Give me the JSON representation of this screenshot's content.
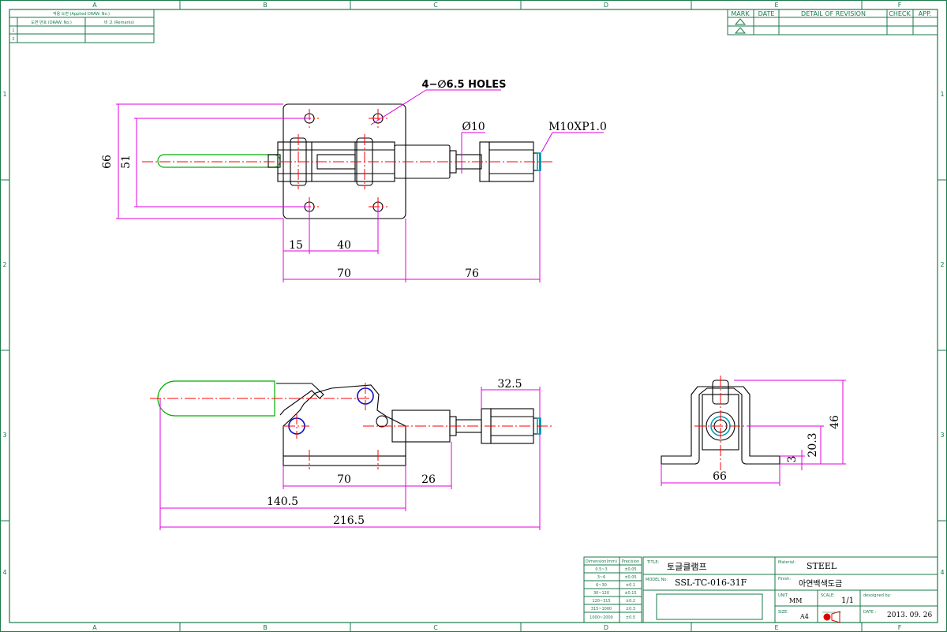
{
  "zones_top": [
    "A",
    "B",
    "C",
    "D",
    "E",
    "F"
  ],
  "zones_side": [
    "1",
    "2",
    "3",
    "4"
  ],
  "ref_table": {
    "title": "적용 도면 (Applied DRAW. No.)",
    "col1": "도면 번호 (DRAW. No.)",
    "col2": "비 고 (Remarks)",
    "rows": [
      "1",
      "2"
    ]
  },
  "revision_table": {
    "headers": [
      "MARK",
      "DATE",
      "DETAIL OF REVISION",
      "CHECK",
      "APP."
    ]
  },
  "top_view": {
    "holes_note": "4−∅6.5  HOLES",
    "rod_dia": "Ø10",
    "thread": "M10XP1.0",
    "dim_66": "66",
    "dim_51": "51",
    "dim_15": "15",
    "dim_40": "40",
    "dim_70": "70",
    "dim_76": "76"
  },
  "side_view": {
    "dim_32_5": "32.5",
    "dim_70": "70",
    "dim_26": "26",
    "dim_140_5": "140.5",
    "dim_216_5": "216.5"
  },
  "end_view": {
    "dim_66": "66",
    "dim_46": "46",
    "dim_20_3": "20.3",
    "dim_3": "3"
  },
  "tolerance_table": {
    "headers": [
      "Dimension(mm)",
      "Precision"
    ],
    "rows": [
      [
        "0.5~3",
        "±0.05"
      ],
      [
        "3~6",
        "±0.05"
      ],
      [
        "6~30",
        "±0.1"
      ],
      [
        "30~120",
        "±0.15"
      ],
      [
        "120~315",
        "±0.2"
      ],
      [
        "315~1000",
        "±0.3"
      ],
      [
        "1000~2000",
        "±0.5"
      ]
    ]
  },
  "title_block": {
    "title_label": "TITLE:",
    "title_value": "토글클램프",
    "model_label": "MODEL No.",
    "model_value": "SSL-TC-016-31F",
    "material_label": "Material:",
    "material_value": "STEEL",
    "finish_label": "Finish:",
    "finish_value": "아연백색도금",
    "unit_label": "UNIT:",
    "unit_value": "MM",
    "scale_label": "SCALE:",
    "scale_value": "1/1",
    "designed_label": "desoigned by:",
    "size_label": "SIZE:",
    "size_value": "A4",
    "date_label": "DATE :",
    "date_value": "2013. 09. 26"
  },
  "colors": {
    "frame": "#1a7a4a",
    "dimension": "#e000e0",
    "centerline": "#ff0000",
    "handle": "#00b000",
    "pin": "#1010c0"
  }
}
